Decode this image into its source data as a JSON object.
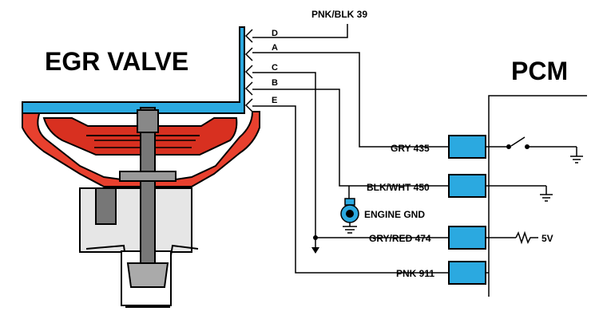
{
  "titles": {
    "egr_valve": "EGR VALVE",
    "pcm": "PCM"
  },
  "connector_pins": [
    "D",
    "A",
    "C",
    "B",
    "E"
  ],
  "wires": {
    "d_label": "PNK/BLK 39",
    "a_label": "GRY 435",
    "b_label": "BLK/WHT 450",
    "c_label": "GRY/RED 474",
    "e_label": "PNK 911"
  },
  "ground_label": "ENGINE GND",
  "reference_voltage": "5V",
  "colors": {
    "pcm_box": "#2ba9e0",
    "valve_body": "#e8402e",
    "valve_cover": "#2ba9e0",
    "wire": "#000000"
  },
  "icons": {
    "pcm_switch": "switch-to-ground-icon",
    "pcm_ground": "ground-icon",
    "sensor": "sensor-icon",
    "resistor": "resistor-icon"
  }
}
